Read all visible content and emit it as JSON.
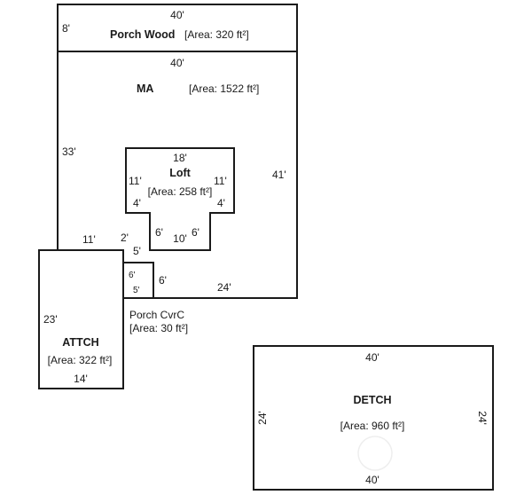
{
  "rooms": {
    "porch_wood": {
      "name": "Porch Wood",
      "area": "[Area: 320 ft²]",
      "dim_top": "40'",
      "dim_left": "8'",
      "dim_bottom": "40'"
    },
    "ma": {
      "name": "MA",
      "area": "[Area: 1522 ft²]",
      "dim_left": "33'",
      "dim_right": "41'",
      "dim_11": "11'",
      "dim_2": "2'",
      "dim_5": "5'",
      "dim_6": "6'",
      "dim_24": "24'"
    },
    "loft": {
      "name": "Loft",
      "area": "[Area: 258 ft²]",
      "dim_top": "18'",
      "dim_left_11": "11'",
      "dim_right_11": "11'",
      "dim_left_4": "4'",
      "dim_right_4": "4'",
      "dim_left_6": "6'",
      "dim_right_6": "6'",
      "dim_bottom": "10'"
    },
    "porch_cvrc": {
      "name": "Porch CvrC",
      "area": "[Area: 30 ft²]",
      "dim_6": "6'",
      "dim_5": "5'"
    },
    "attch": {
      "name": "ATTCH",
      "area": "[Area: 322 ft²]",
      "dim_left": "23'",
      "dim_bottom": "14'"
    },
    "detch": {
      "name": "DETCH",
      "area": "[Area: 960 ft²]",
      "dim_top": "40'",
      "dim_bottom": "40'",
      "dim_left": "24'",
      "dim_right": "24'"
    }
  }
}
